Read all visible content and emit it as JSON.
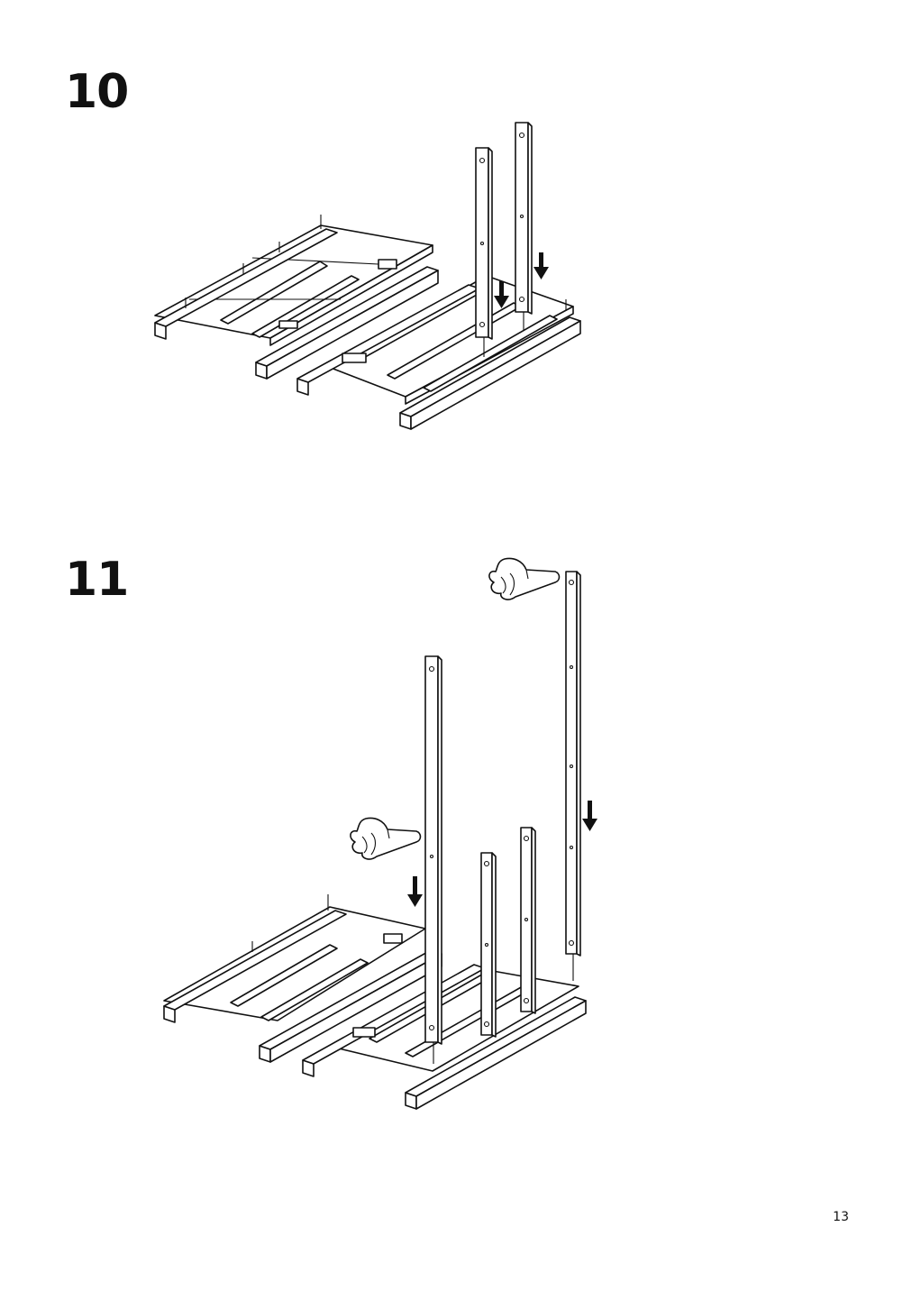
{
  "document": {
    "steps": [
      {
        "number": "10"
      },
      {
        "number": "11"
      }
    ],
    "page_number": "13"
  }
}
